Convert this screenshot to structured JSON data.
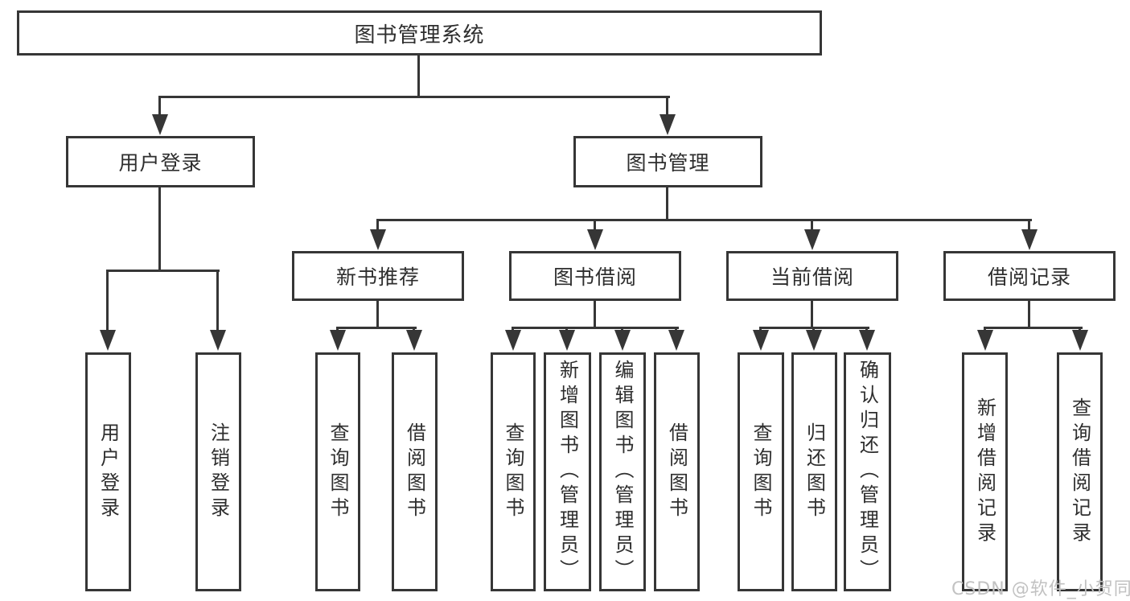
{
  "tree": {
    "label": "图书管理系统",
    "children": [
      {
        "label": "用户登录",
        "children": [
          {
            "label": "用户登录"
          },
          {
            "label": "注销登录"
          }
        ]
      },
      {
        "label": "图书管理",
        "children": [
          {
            "label": "新书推荐",
            "children": [
              {
                "label": "查询图书"
              },
              {
                "label": "借阅图书"
              }
            ]
          },
          {
            "label": "图书借阅",
            "children": [
              {
                "label": "查询图书"
              },
              {
                "label": "新增图书（管理员）"
              },
              {
                "label": "编辑图书（管理员）"
              },
              {
                "label": "借阅图书"
              }
            ]
          },
          {
            "label": "当前借阅",
            "children": [
              {
                "label": "查询图书"
              },
              {
                "label": "归还图书"
              },
              {
                "label": "确认归还（管理员）"
              }
            ]
          },
          {
            "label": "借阅记录",
            "children": [
              {
                "label": "新增借阅记录"
              },
              {
                "label": "查询借阅记录"
              }
            ]
          }
        ]
      }
    ]
  },
  "watermark": {
    "text": "CSDN @软件_小贺同学"
  },
  "colors": {
    "line": "#363636",
    "text": "#2e2e2e",
    "background": "#ffffff",
    "watermark": "#c2c2c2"
  }
}
